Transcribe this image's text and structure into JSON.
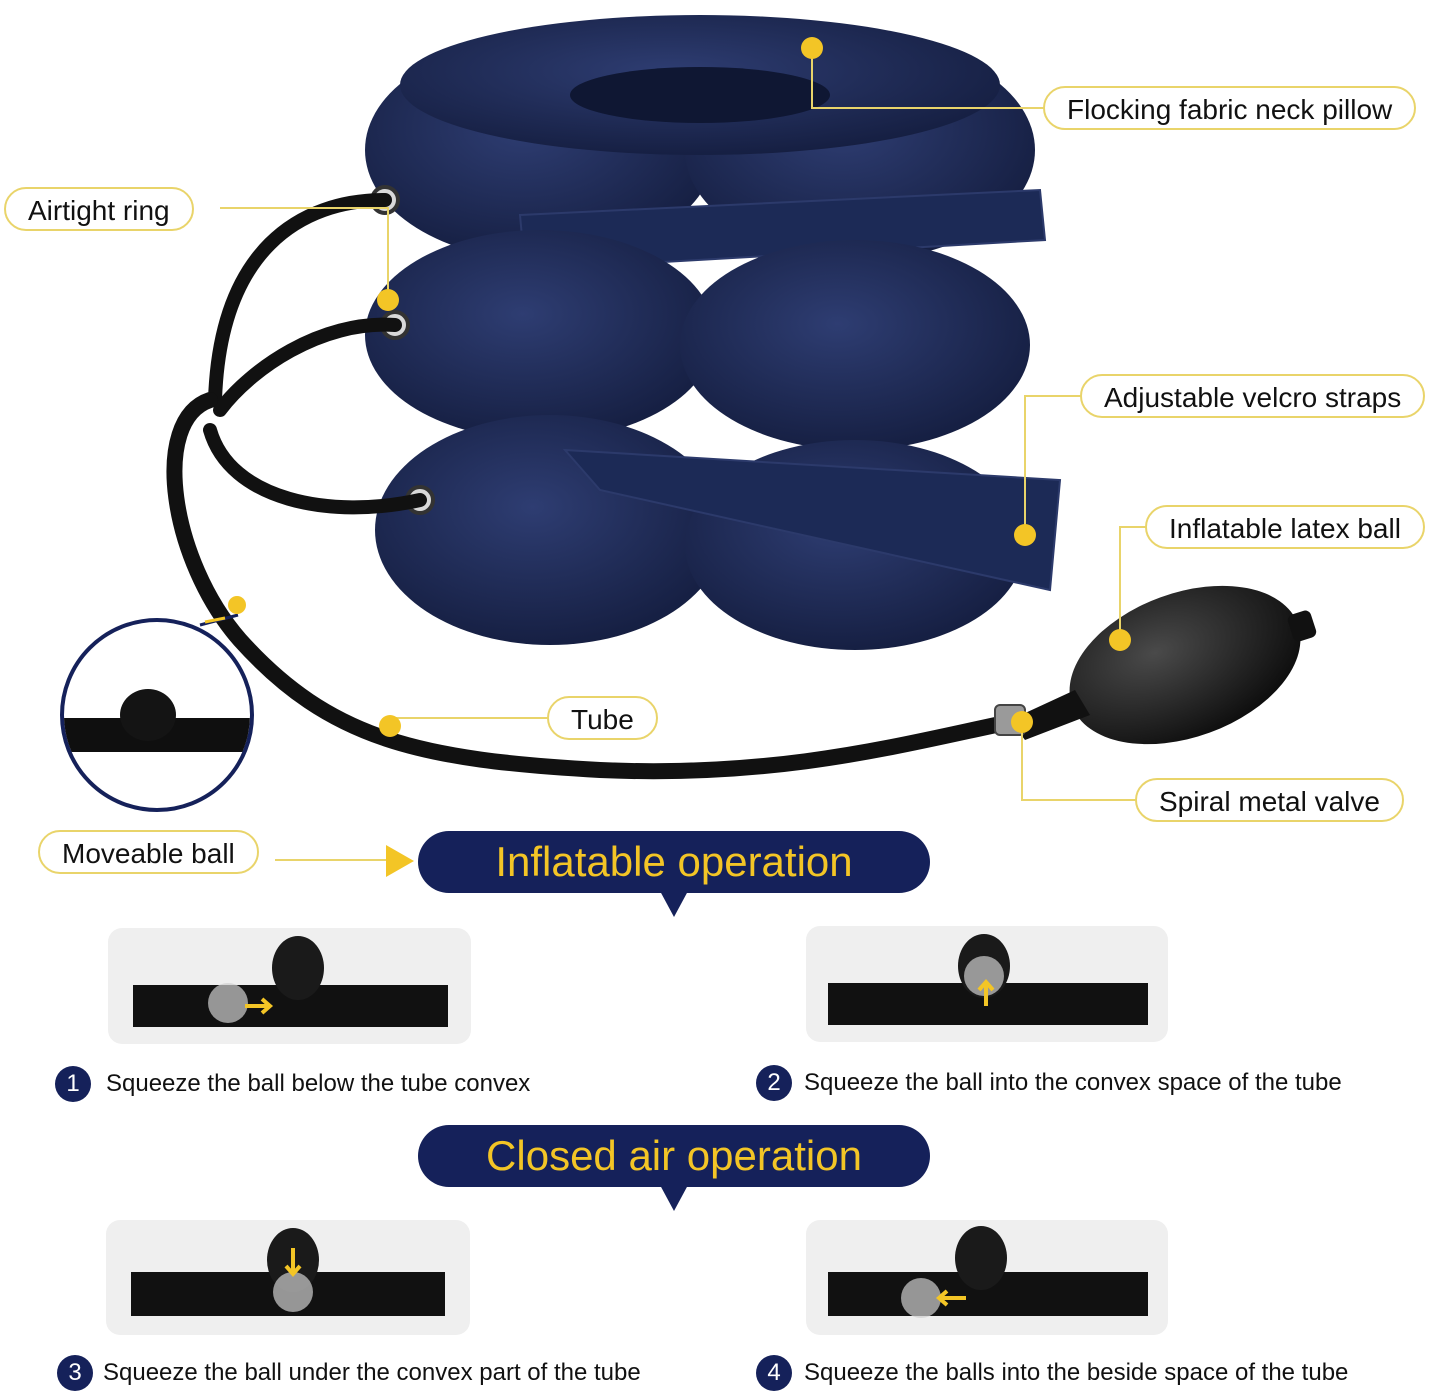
{
  "callouts": {
    "pillow": "Flocking fabric neck pillow",
    "ring": "Airtight ring",
    "straps": "Adjustable velcro straps",
    "latex_ball": "Inflatable latex ball",
    "tube": "Tube",
    "valve": "Spiral metal valve",
    "moveable_ball": "Moveable ball"
  },
  "sections": {
    "inflatable": "Inflatable operation",
    "closed": "Closed air operation"
  },
  "steps": [
    {
      "num": "1",
      "text": "Squeeze the ball below the tube convex"
    },
    {
      "num": "2",
      "text": "Squeeze the ball into the convex space of the tube"
    },
    {
      "num": "3",
      "text": "Squeeze the ball under the convex part of the tube"
    },
    {
      "num": "4",
      "text": "Squeeze the balls into the beside space of the tube"
    }
  ],
  "colors": {
    "navy": "#15215a",
    "pillow": "#1e2b57",
    "gold": "#f3c526",
    "callout_border": "#e9d46a"
  }
}
